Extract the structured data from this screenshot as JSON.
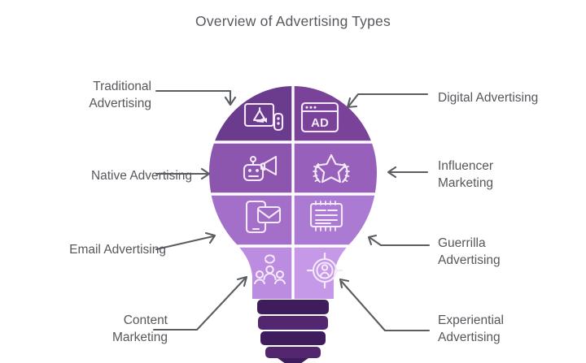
{
  "title": "Overview of Advertising Types",
  "colors": {
    "text": "#55585c",
    "arrow": "#5a5d61",
    "background": "#ffffff",
    "divider": "#ffffff",
    "quad_top_left": "#6b3b8e",
    "quad_top_right": "#7a4399",
    "quad_row2_left": "#8c55ae",
    "quad_row2_right": "#9761bb",
    "quad_row3_left": "#a36fc9",
    "quad_row3_right": "#ab7ad2",
    "quad_row4_left": "#bb8ce0",
    "quad_row4_right": "#c598e8",
    "base_dark": "#3f1d5c",
    "base_mid": "#52276f",
    "icon_stroke": "#f3e9fa"
  },
  "center_graphic": {
    "name": "lightbulb-infographic",
    "description": "Light bulb divided into eight icon segments"
  },
  "labels": {
    "traditional": {
      "text": "Traditional\nAdvertising",
      "side": "left",
      "icon": "billboard-megaphone-icon"
    },
    "native": {
      "text": "Native Advertising",
      "side": "left",
      "icon": "robot-megaphone-icon"
    },
    "email": {
      "text": "Email Advertising",
      "side": "left",
      "icon": "phone-envelope-icon"
    },
    "content": {
      "text": "Content\nMarketing",
      "side": "left",
      "icon": "people-share-icon"
    },
    "digital": {
      "text": "Digital Advertising",
      "side": "right",
      "icon": "browser-ad-icon"
    },
    "influencer": {
      "text": "Influencer\nMarketing",
      "side": "right",
      "icon": "star-laurel-icon"
    },
    "guerrilla": {
      "text": "Guerrilla\nAdvertising",
      "side": "right",
      "icon": "poster-board-icon"
    },
    "experiential": {
      "text": "Experiential\nAdvertising",
      "side": "right",
      "icon": "target-person-icon"
    }
  },
  "segments": [
    {
      "id": "traditional",
      "row": 1,
      "col": "left",
      "label": "Traditional Advertising",
      "icon": "billboard-megaphone-icon"
    },
    {
      "id": "digital",
      "row": 1,
      "col": "right",
      "label": "Digital Advertising",
      "icon": "browser-ad-icon"
    },
    {
      "id": "native",
      "row": 2,
      "col": "left",
      "label": "Native Advertising",
      "icon": "robot-megaphone-icon"
    },
    {
      "id": "influencer",
      "row": 2,
      "col": "right",
      "label": "Influencer Marketing",
      "icon": "star-laurel-icon"
    },
    {
      "id": "email",
      "row": 3,
      "col": "left",
      "label": "Email Advertising",
      "icon": "phone-envelope-icon"
    },
    {
      "id": "guerrilla",
      "row": 3,
      "col": "right",
      "label": "Guerrilla Advertising",
      "icon": "poster-board-icon"
    },
    {
      "id": "content",
      "row": 4,
      "col": "left",
      "label": "Content Marketing",
      "icon": "people-share-icon"
    },
    {
      "id": "experiential",
      "row": 4,
      "col": "right",
      "label": "Experiential Advertising",
      "icon": "target-person-icon"
    }
  ],
  "ad_badge_text": "AD"
}
